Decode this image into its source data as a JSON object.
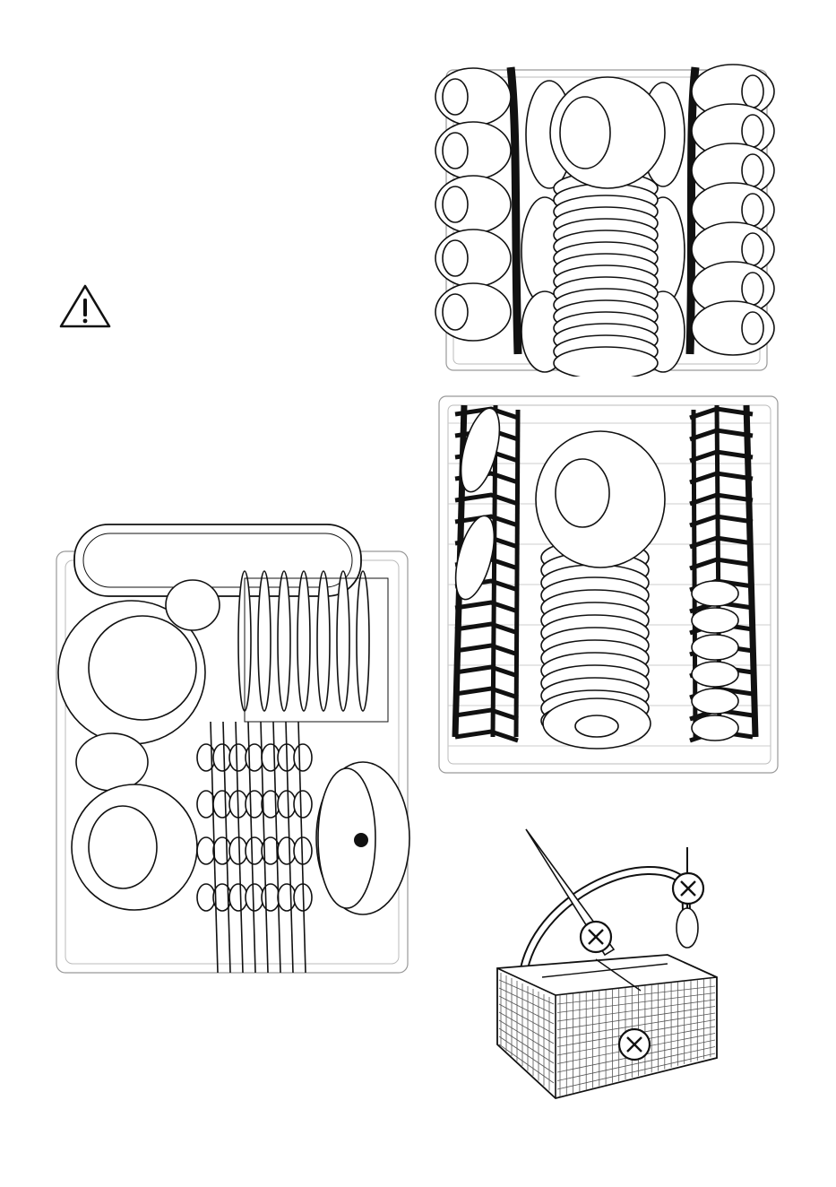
{
  "page": {
    "background": "#ffffff",
    "stroke_color": "#111111",
    "fill_color": "#ffffff",
    "icons": {
      "warning": "warning-triangle-icon",
      "prohibited": "prohibited-circle-x-icon"
    },
    "figures": [
      {
        "id": "warning-symbol",
        "icon": "warning-triangle-icon"
      },
      {
        "id": "upper-rack-cups-plates",
        "icon": "dish-rack-illustration"
      },
      {
        "id": "lower-rack-plates",
        "icon": "dish-rack-illustration"
      },
      {
        "id": "lower-rack-full-load",
        "icon": "dish-rack-illustration"
      },
      {
        "id": "cutlery-basket",
        "icon": "cutlery-basket-illustration"
      }
    ],
    "basket_prohibited_marks": 3
  }
}
